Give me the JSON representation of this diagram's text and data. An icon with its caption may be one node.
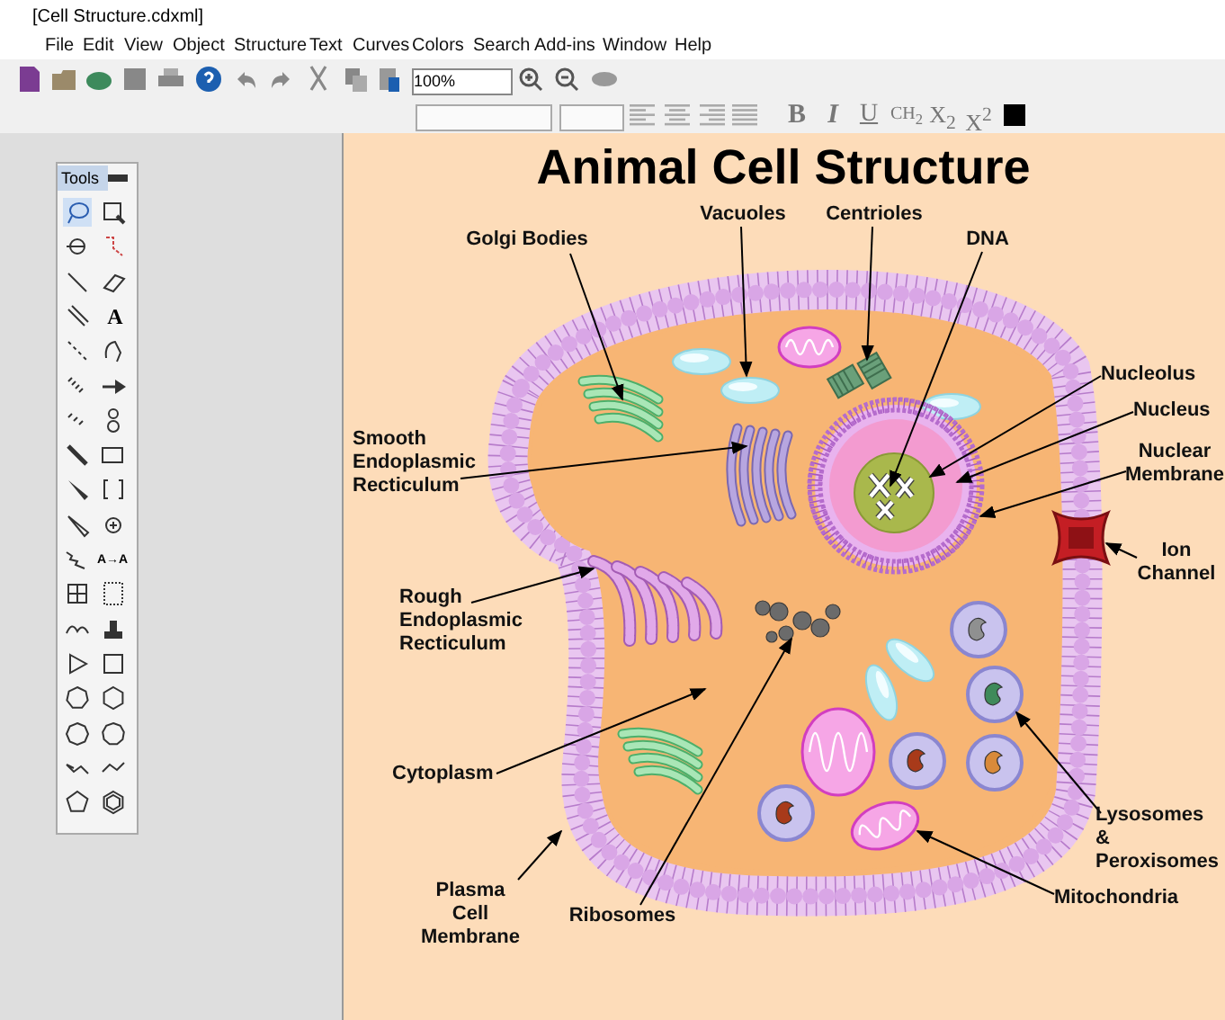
{
  "diagram": {
    "title": "Animal Cell Structure",
    "nodes": [
      {
        "text": [
          "Golgi Bodies"
        ]
      },
      {
        "text": [
          "Vacuoles"
        ]
      },
      {
        "text": [
          "Centrioles"
        ]
      },
      {
        "text": [
          "DNA"
        ]
      },
      {
        "text": [
          "Nucleolus"
        ]
      },
      {
        "text": [
          "Nucleus"
        ]
      },
      {
        "text": [
          "Nuclear Membrane"
        ]
      },
      {
        "text": [
          "Smooth Endoplasmic Recticulum"
        ]
      },
      {
        "text": [
          "Ion Channel"
        ]
      },
      {
        "text": [
          "Rough Endoplasmic Recticulum"
        ]
      },
      {
        "text": [
          "Cytoplasm"
        ]
      },
      {
        "text": [
          "Lysosomes & Peroxisomes"
        ]
      },
      {
        "text": [
          "Plasma Cell Membrane"
        ]
      },
      {
        "text": [
          "Ribosomes"
        ]
      },
      {
        "text": [
          "Mitochondria"
        ]
      },
      {
        "text": [],
        "shape": "picture"
      },
      {
        "text": [],
        "shape": "picture",
        "in": 15
      },
      {
        "text": [],
        "shape": "picture",
        "in": 16
      },
      {
        "text": [],
        "shape": "picture",
        "in": 16
      },
      {
        "text": [],
        "shape": "picture",
        "in": 16
      },
      {
        "text": [],
        "shape": "picture",
        "in": 16
      },
      {
        "text": [],
        "shape": "picture",
        "in": 20
      },
      {
        "text": [],
        "shape": "picture",
        "in": 21
      },
      {
        "text": [],
        "shape": "picture",
        "in": 22
      },
      {
        "text": [],
        "shape": "picture",
        "in": 16
      },
      {
        "text": [],
        "shape": "picture",
        "in": 15
      },
      {
        "text": [],
        "shape": "picture",
        "in": 16
      },
      {
        "text": [],
        "shape": "picture",
        "in": 16
      },
      {
        "text": [],
        "shape": "picture",
        "in": 16
      },
      {
        "text": [],
        "shape": "picture",
        "in": 16
      }
    ],
    "edges": [
      {
        "from": 0,
        "to": 17,
        "arrow": "to"
      },
      {
        "from": 1,
        "to": 18,
        "arrow": "to"
      },
      {
        "from": 2,
        "to": 19,
        "arrow": "to"
      },
      {
        "from": 3,
        "to": 23,
        "arrow": "to"
      },
      {
        "from": 4,
        "to": 22,
        "arrow": "to"
      },
      {
        "from": 5,
        "to": 21,
        "arrow": "to"
      },
      {
        "from": 6,
        "to": 20,
        "arrow": "to"
      },
      {
        "from": 7,
        "to": 24,
        "arrow": "to"
      },
      {
        "from": 8,
        "to": 25,
        "arrow": "to"
      },
      {
        "from": 9,
        "to": 26,
        "arrow": "to"
      },
      {
        "from": 10,
        "to": 16,
        "arrow": "to"
      },
      {
        "from": 11,
        "to": 28,
        "arrow": "to"
      },
      {
        "from": 12,
        "to": 15,
        "arrow": "to"
      },
      {
        "from": 13,
        "to": 27,
        "arrow": "to"
      },
      {
        "from": 14,
        "to": 29,
        "arrow": "to"
      }
    ],
    "labels": [
      "[Cell Structure.cdxml]",
      "File",
      "Edit",
      "View",
      "Object",
      "Structure",
      "Text",
      "Curves",
      "Colors",
      "Search",
      "Add-ins",
      "Window",
      "Help",
      "100%",
      "B",
      "I",
      "U",
      "CH$_{2}$",
      "X$_{2}$",
      "X$^{2}$",
      "Tools",
      "A",
      "A→A"
    ]
  }
}
